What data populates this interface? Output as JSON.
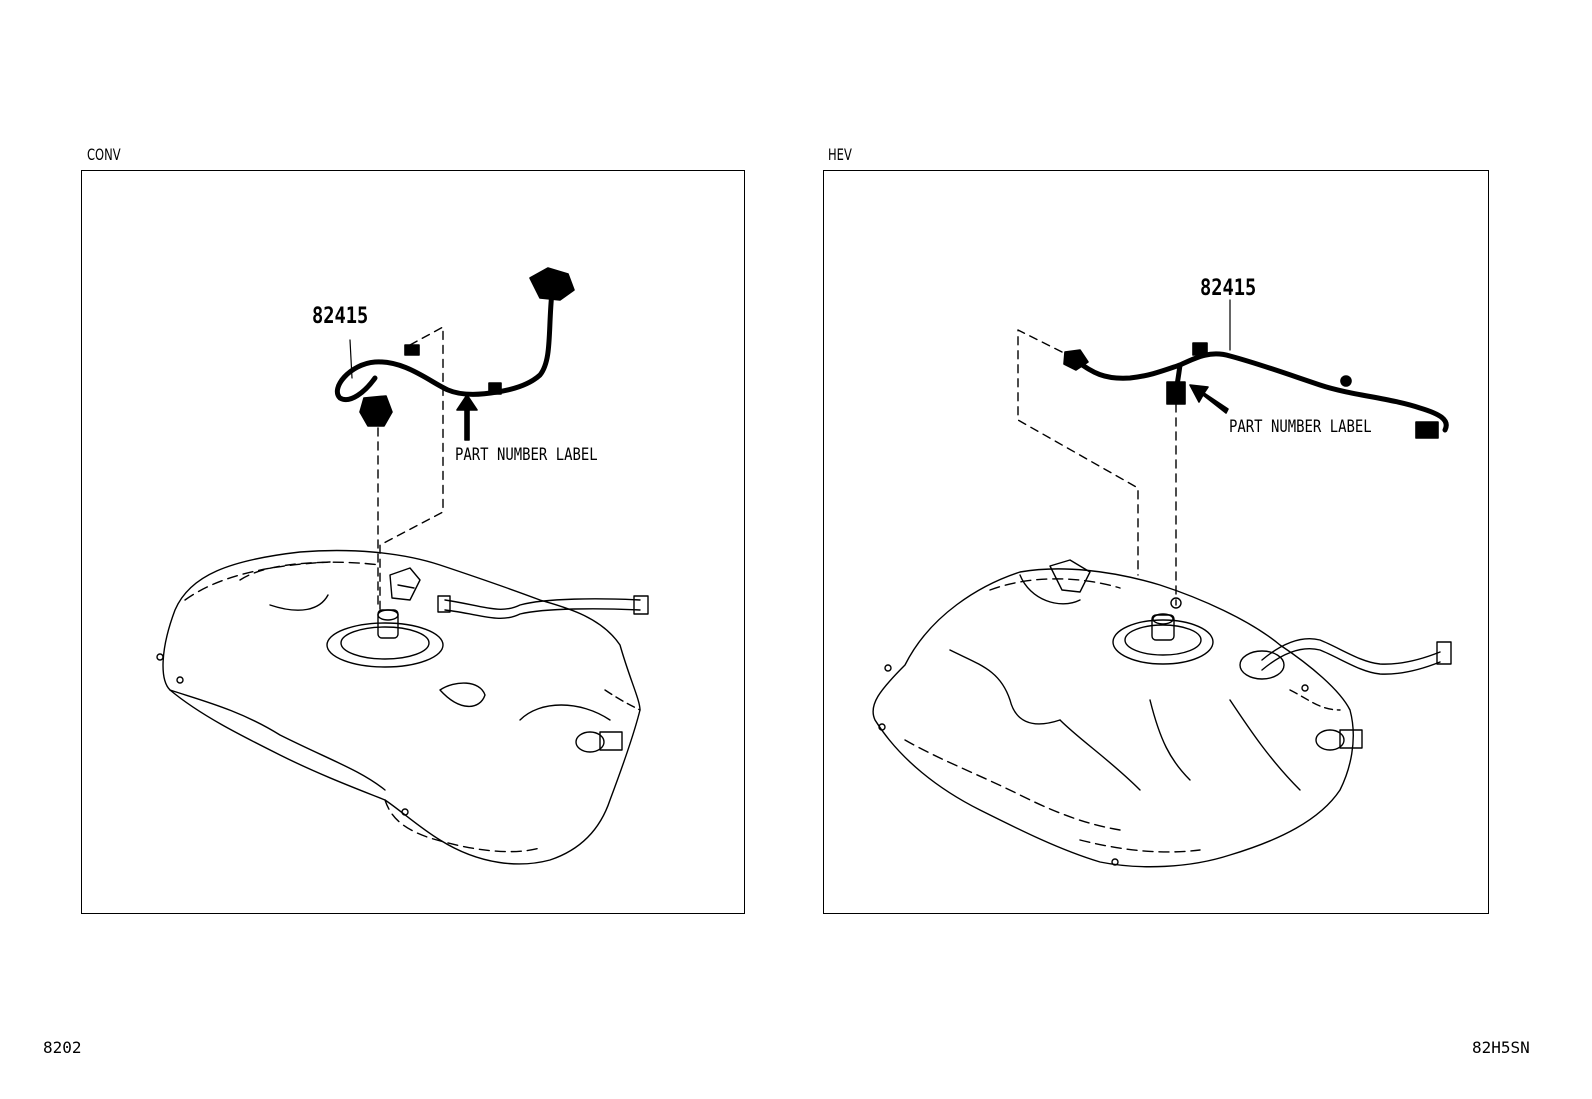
{
  "panels": [
    {
      "label": "CONV",
      "part_number": "82415",
      "callout": "PART NUMBER LABEL"
    },
    {
      "label": "HEV",
      "part_number": "82415",
      "callout": "PART NUMBER LABEL"
    }
  ],
  "footer": {
    "left": "8202",
    "right": "82H5SN"
  }
}
